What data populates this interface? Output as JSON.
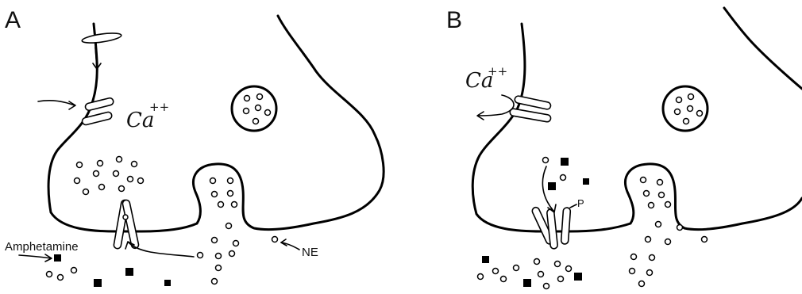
{
  "panels": {
    "a": {
      "label": "A",
      "ion": "Ca",
      "ion_charge": "++",
      "drug_label": "Amphetamine",
      "transmitter_label": "NE"
    },
    "b": {
      "label": "B",
      "ion": "Ca",
      "ion_charge": "++",
      "site_label": "P"
    }
  }
}
